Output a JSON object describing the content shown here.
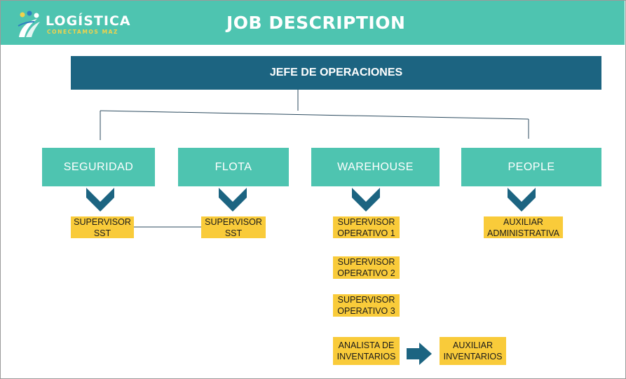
{
  "header": {
    "logo_title": "LOGÍSTICA",
    "logo_subtitle": "CONECTAMOS MAZ",
    "title": "JOB DESCRIPTION"
  },
  "top_role": "JEFE DE OPERACIONES",
  "departments": [
    {
      "label": "SEGURIDAD"
    },
    {
      "label": "FLOTA"
    },
    {
      "label": "WAREHOUSE"
    },
    {
      "label": "PEOPLE"
    }
  ],
  "roles": {
    "seguridad_1": "SUPERVISOR\nSST",
    "flota_1": "SUPERVISOR\nSST",
    "warehouse_1": "SUPERVISOR\nOPERATIVO 1",
    "warehouse_2": "SUPERVISOR\nOPERATIVO 2",
    "warehouse_3": "SUPERVISOR\nOPERATIVO 3",
    "warehouse_4": "ANALISTA DE\nINVENTARIOS",
    "warehouse_5": "AUXILIAR\nINVENTARIOS",
    "people_1": "AUXILIAR\nADMINISTRATIVA"
  },
  "colors": {
    "teal": "#4ec4b0",
    "navy": "#1c6481",
    "yellow": "#f9cb3a",
    "logo_accent": "#f3d24a"
  }
}
